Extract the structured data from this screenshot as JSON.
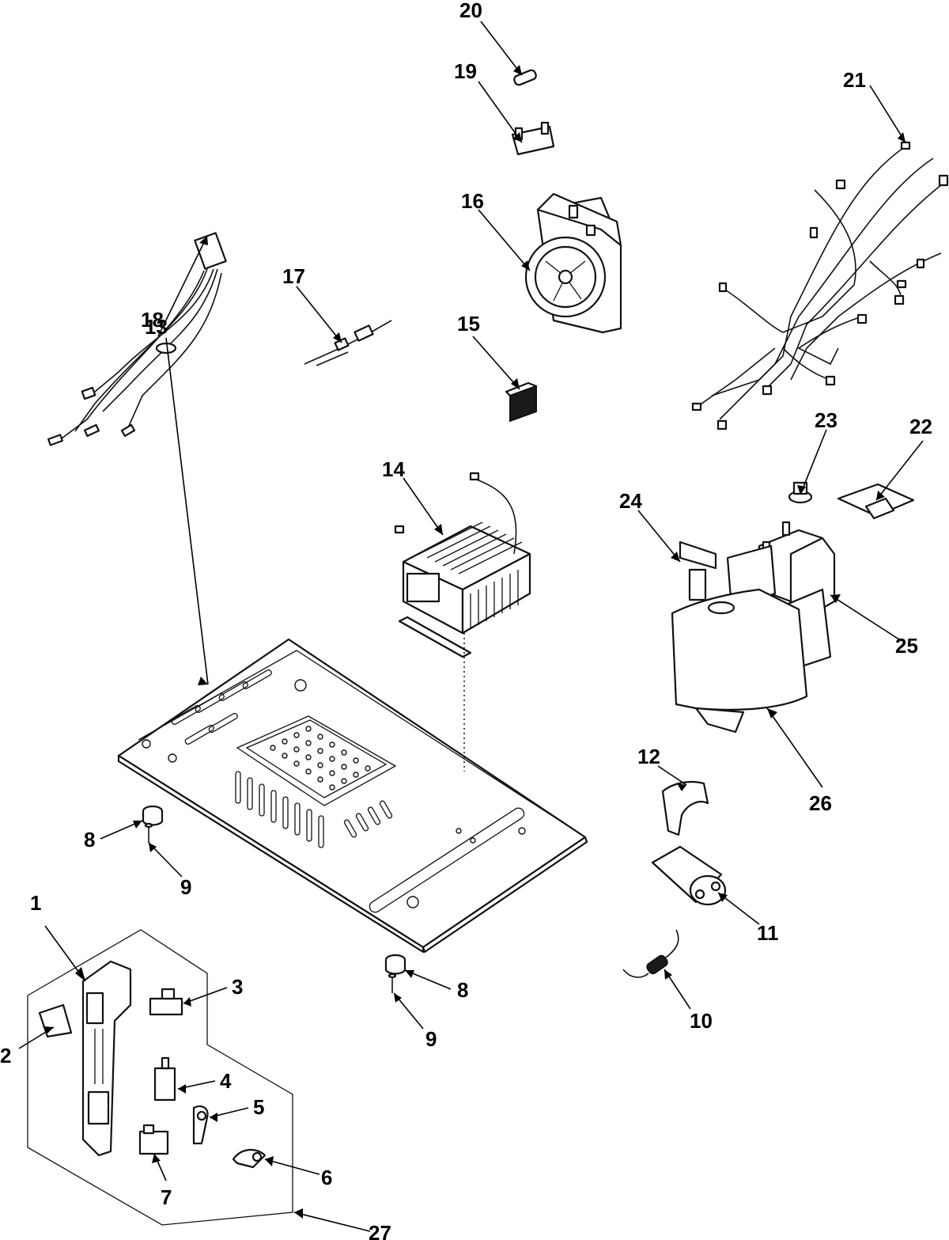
{
  "callouts": [
    {
      "id": "c1",
      "label": "1"
    },
    {
      "id": "c2",
      "label": "2"
    },
    {
      "id": "c3",
      "label": "3"
    },
    {
      "id": "c4",
      "label": "4"
    },
    {
      "id": "c5",
      "label": "5"
    },
    {
      "id": "c6",
      "label": "6"
    },
    {
      "id": "c7",
      "label": "7"
    },
    {
      "id": "c8a",
      "label": "8"
    },
    {
      "id": "c8b",
      "label": "8"
    },
    {
      "id": "c9a",
      "label": "9"
    },
    {
      "id": "c9b",
      "label": "9"
    },
    {
      "id": "c10",
      "label": "10"
    },
    {
      "id": "c11",
      "label": "11"
    },
    {
      "id": "c12",
      "label": "12"
    },
    {
      "id": "c13",
      "label": "13"
    },
    {
      "id": "c14",
      "label": "14"
    },
    {
      "id": "c15",
      "label": "15"
    },
    {
      "id": "c16",
      "label": "16"
    },
    {
      "id": "c17",
      "label": "17"
    },
    {
      "id": "c18",
      "label": "18"
    },
    {
      "id": "c19",
      "label": "19"
    },
    {
      "id": "c20",
      "label": "20"
    },
    {
      "id": "c21",
      "label": "21"
    },
    {
      "id": "c22",
      "label": "22"
    },
    {
      "id": "c23",
      "label": "23"
    },
    {
      "id": "c24",
      "label": "24"
    },
    {
      "id": "c25",
      "label": "25"
    },
    {
      "id": "c26",
      "label": "26"
    },
    {
      "id": "c27",
      "label": "27"
    }
  ]
}
